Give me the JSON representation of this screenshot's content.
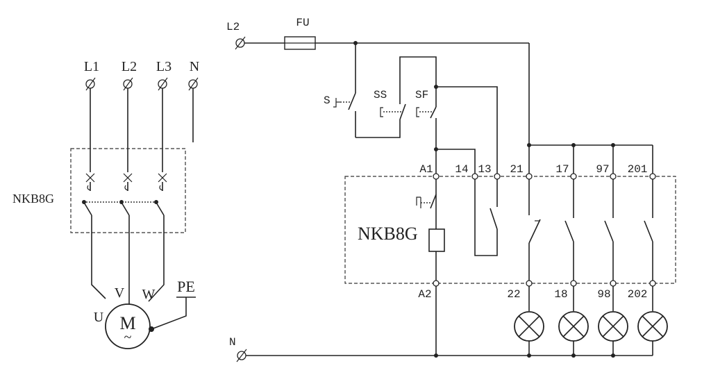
{
  "left": {
    "phases": [
      "L1",
      "L2",
      "L3",
      "N"
    ],
    "breaker_label": "NKB8G",
    "motor_terminals": [
      "U",
      "V",
      "W"
    ],
    "motor_letter": "M",
    "motor_tilde": "~",
    "pe_label": "PE"
  },
  "right": {
    "supply_label": "L2",
    "fuse_label": "FU",
    "neutral_label": "N",
    "switches": [
      "S",
      "SS",
      "SF"
    ],
    "device_label": "NKB8G",
    "top_terminals": [
      "A1",
      "14",
      "13",
      "21",
      "17",
      "97",
      "201"
    ],
    "bottom_terminals": [
      "A2",
      "22",
      "18",
      "98",
      "202"
    ]
  }
}
